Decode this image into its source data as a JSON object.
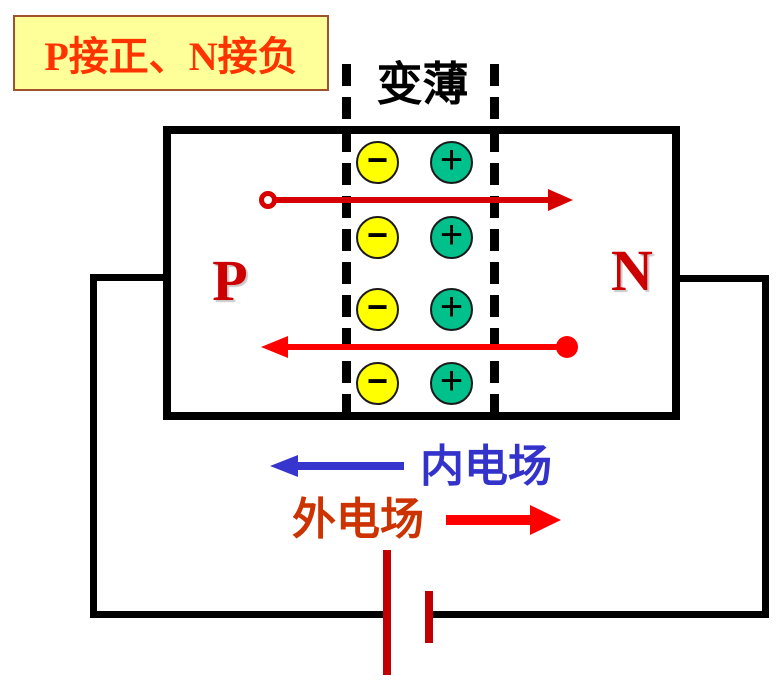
{
  "badge": {
    "label": "P接正、N接负",
    "bg_color": "#ffff99",
    "border_color": "#a0522d",
    "text_color": "#ff3300"
  },
  "junction": {
    "p_label": "P",
    "n_label": "N",
    "region_label_color": "#cc0000",
    "depletion_label": "变薄",
    "depletion_rows": [
      {
        "left_sign": "−",
        "right_sign": "+"
      },
      {
        "left_sign": "−",
        "right_sign": "+"
      },
      {
        "left_sign": "−",
        "right_sign": "+"
      },
      {
        "left_sign": "−",
        "right_sign": "+"
      }
    ],
    "ion_colors": {
      "negative": "#ffff00",
      "positive": "#00c08b"
    },
    "carrier_arrows": [
      {
        "name": "hole-flow-arrow",
        "direction": "right",
        "color": "#d60000",
        "start_marker": "open-circle"
      },
      {
        "name": "electron-flow-arrow",
        "direction": "left",
        "color": "#ff0000",
        "start_marker": "filled-circle"
      }
    ]
  },
  "fields": {
    "internal": {
      "label": "内电场",
      "color": "#3333cc",
      "arrow_direction": "left",
      "arrow_color": "#3636ce"
    },
    "external": {
      "label": "外电场",
      "color": "#cc3300",
      "arrow_direction": "right",
      "arrow_color": "#ff0000"
    }
  },
  "battery": {
    "plate_color": "#c00000",
    "long_plate": "left",
    "short_plate": "right"
  },
  "wire_color": "#000000"
}
